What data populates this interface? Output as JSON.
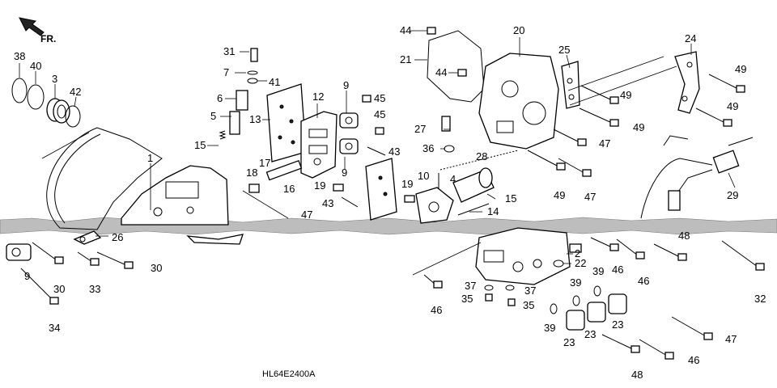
{
  "diagram": {
    "direction_label": "FR.",
    "diagram_code": "HL64E2400A",
    "callouts": [
      "38",
      "40",
      "3",
      "42",
      "1",
      "26",
      "30",
      "33",
      "9",
      "30",
      "34",
      "31",
      "7",
      "41",
      "6",
      "5",
      "15",
      "13",
      "12",
      "9",
      "45",
      "45",
      "9",
      "43",
      "18",
      "17",
      "16",
      "19",
      "43",
      "47",
      "10",
      "4",
      "19",
      "28",
      "15",
      "14",
      "44",
      "21",
      "44",
      "20",
      "25",
      "24",
      "49",
      "49",
      "49",
      "27",
      "36",
      "47",
      "49",
      "47",
      "49",
      "29",
      "2",
      "22",
      "37",
      "37",
      "35",
      "35",
      "46",
      "39",
      "39",
      "39",
      "23",
      "23",
      "23",
      "46",
      "46",
      "48",
      "32",
      "47",
      "46",
      "48"
    ]
  }
}
